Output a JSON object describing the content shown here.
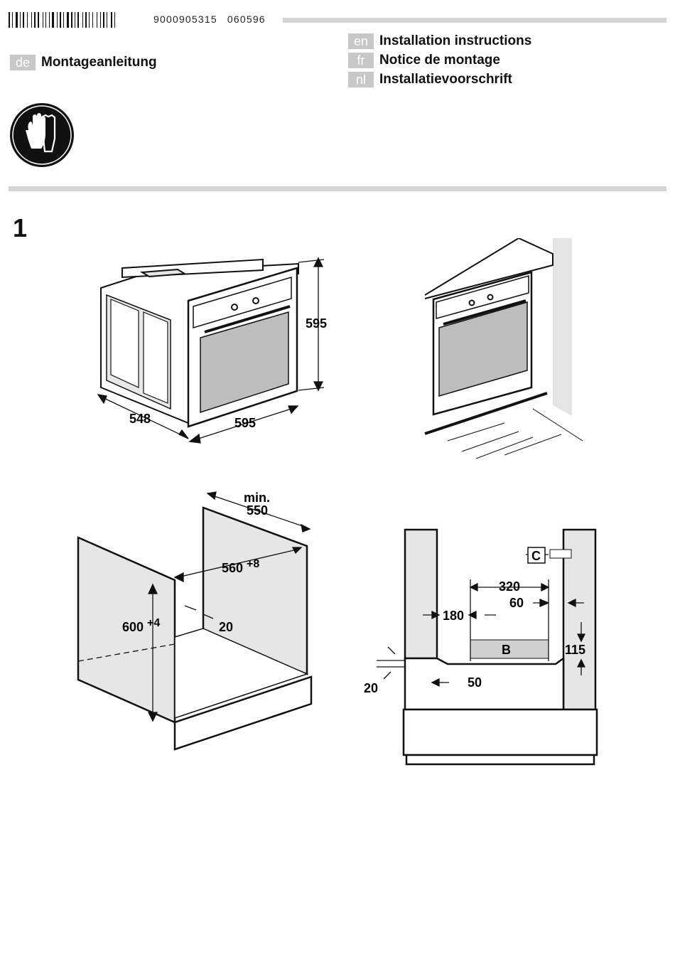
{
  "header": {
    "doc_number": "9000905315",
    "doc_date": "060596"
  },
  "languages_left": [
    {
      "code": "de",
      "title": "Montageanleitung"
    }
  ],
  "languages_right": [
    {
      "code": "en",
      "title": "Installation instructions"
    },
    {
      "code": "fr",
      "title": "Notice de montage"
    },
    {
      "code": "nl",
      "title": "Installatievoorschrift"
    }
  ],
  "safety_icon": "protective-gloves-icon",
  "figure": {
    "number": "1",
    "oven_dims": {
      "height": "595",
      "depth": "548",
      "width": "595"
    },
    "cabinet_dims": {
      "min_label": "min.",
      "min_depth": "550",
      "width_base": "560",
      "width_sup": "+8",
      "height_base": "600",
      "height_sup": "+4",
      "gap": "20"
    },
    "section_dims": {
      "d320": "320",
      "d60": "60",
      "d180": "180",
      "d115": "115",
      "d50": "50",
      "d20": "20",
      "label_b": "B",
      "label_c": "C"
    }
  }
}
